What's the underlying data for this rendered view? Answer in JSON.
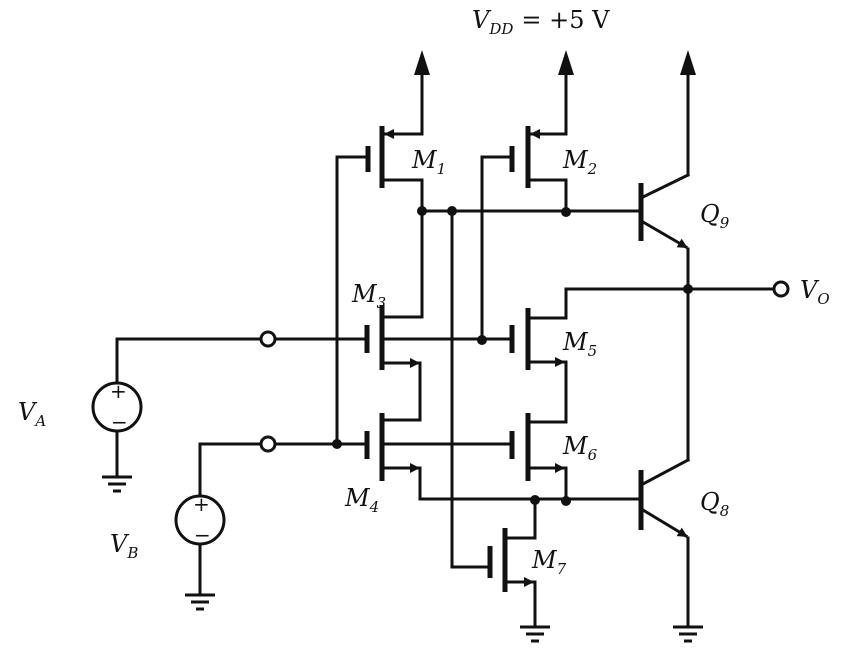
{
  "supply": {
    "label_main": "V",
    "label_sub": "DD",
    "value": "= +5 V"
  },
  "transistors": [
    {
      "main": "M",
      "sub": "1"
    },
    {
      "main": "M",
      "sub": "2"
    },
    {
      "main": "M",
      "sub": "3"
    },
    {
      "main": "M",
      "sub": "4"
    },
    {
      "main": "M",
      "sub": "5"
    },
    {
      "main": "M",
      "sub": "6"
    },
    {
      "main": "M",
      "sub": "7"
    },
    {
      "main": "Q",
      "sub": "9"
    },
    {
      "main": "Q",
      "sub": "8"
    }
  ],
  "sources": [
    {
      "main": "V",
      "sub": "A",
      "plus": "+",
      "minus": "−"
    },
    {
      "main": "V",
      "sub": "B",
      "plus": "+",
      "minus": "−"
    }
  ],
  "output": {
    "main": "V",
    "sub": "O"
  }
}
